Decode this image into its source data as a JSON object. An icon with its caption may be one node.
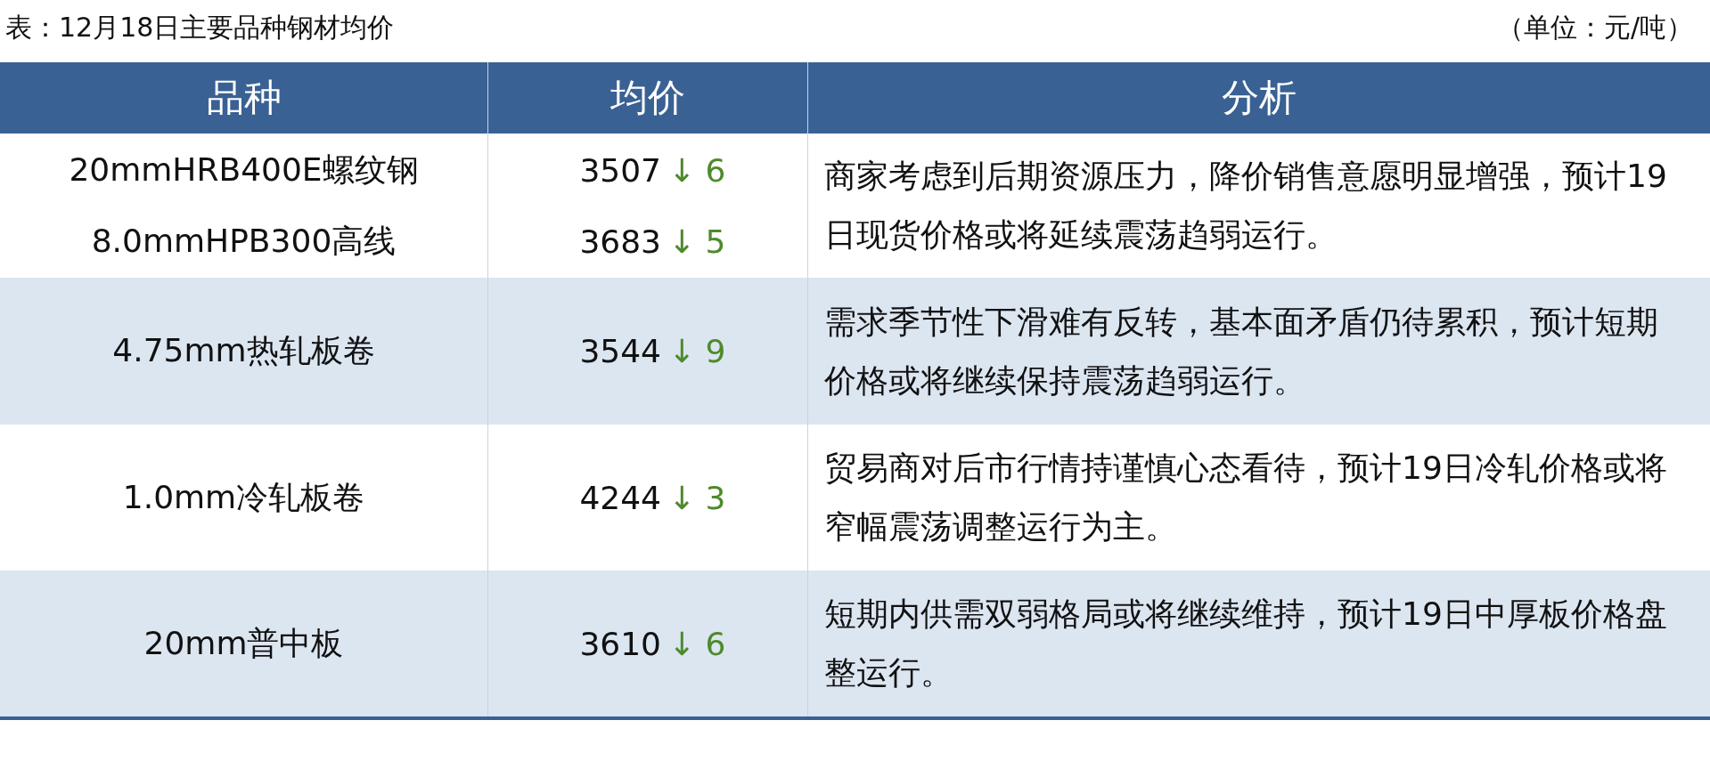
{
  "diagram": {
    "title": "表：12月18日主要品种钢材均价",
    "labels": [
      "（单位：元/吨）",
      "品种",
      "均价",
      "分析",
      "20mmHRB400E螺纹钢",
      "3507",
      "↓ 6",
      "商家考虑到后期资源压力，降价销售意愿明显增强，预计19日现货价格或将延续震荡趋弱运行。",
      "8.0mmHPB300高线",
      "3683",
      "↓ 5",
      "4.75mm热轧板卷",
      "3544",
      "↓ 9",
      "需求季节性下滑难有反转，基本面矛盾仍待累积，预计短期价格或将继续保持震荡趋弱运行。",
      "1.0mm冷轧板卷",
      "4244",
      "↓ 3",
      "贸易商对后市行情持谨慎心态看待，预计19日冷轧价格或将窄幅震荡调整运行为主。",
      "20mm普中板",
      "3610",
      "↓ 6",
      "短期内供需双弱格局或将继续维持，预计19日中厚板价格盘整运行。"
    ]
  }
}
